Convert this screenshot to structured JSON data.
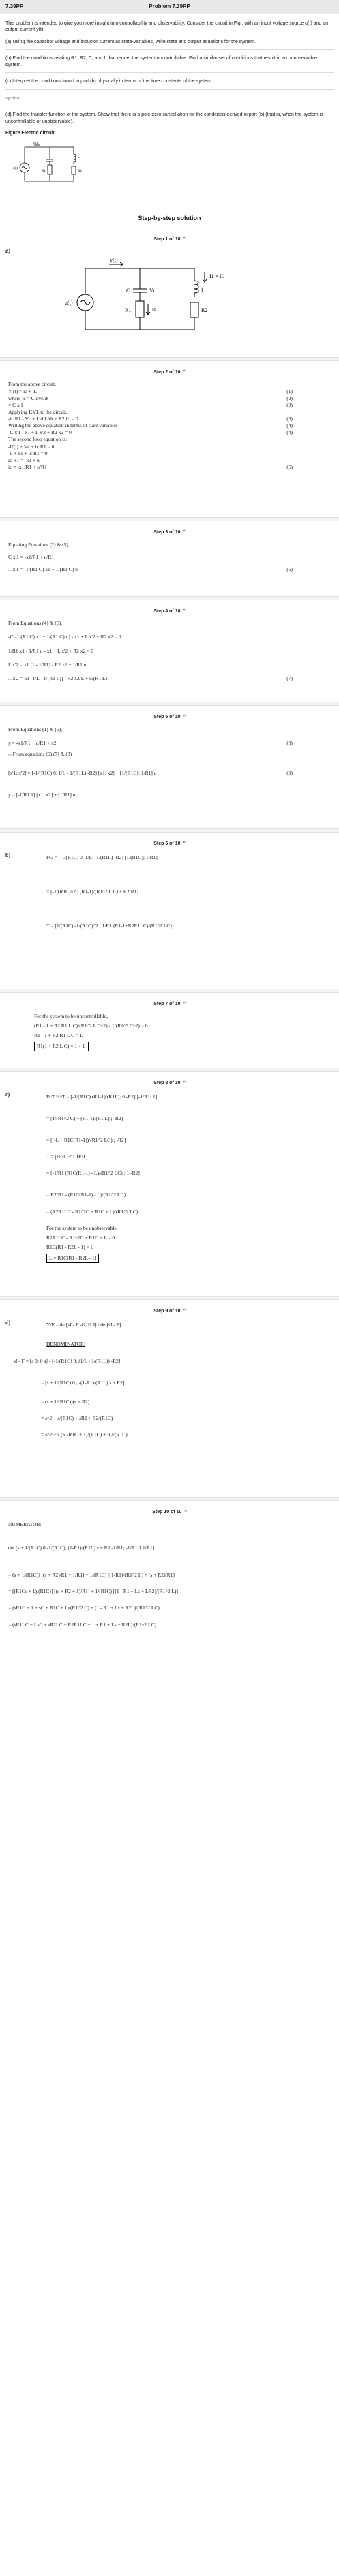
{
  "header": {
    "left": "7.39PP",
    "center": "Problem 7.39PP"
  },
  "problem": {
    "intro": "This problem is intended to give you more insight into controllability and observability. Consider the circuit in Fig., with an input voltage source u(t) and an output current y(t).",
    "parts": [
      "(a) Using the capacitor voltage and inductor current as state-variables, write state and output equations for the system.",
      "(b) Find the conditions relating R1, R2, C, and L that render the system uncontrollable. Find a similar set of conditions that result in an unobservable system.",
      "(c) Interpret the conditions found in part (b) physically in terms of the time constants of the system.",
      "(d) Find the transfer function of the system. Show that there is a pole-zero cancellation for the conditions derived in part (b) (that is, when the system is uncontrollable or unobservable)."
    ],
    "faded_line": "system.",
    "figure_caption": "Figure Electric circuit",
    "figure_labels": {
      "y": "y(t)",
      "u": "u(t)",
      "c": "C",
      "l": "L",
      "r1": "R1",
      "r2": "R2"
    }
  },
  "solution_title": "Step-by-step solution",
  "steps": [
    {
      "label": "Step 1 of 10",
      "arrow": "^",
      "part": "a)",
      "circuit": {
        "y": "y(t)",
        "u": "u(t)",
        "c": "C",
        "vc": "Vc",
        "l": "L",
        "il": "iL",
        "ic": "ic",
        "r1": "R1",
        "r2": "R2",
        "i1": "I1 = iL"
      }
    },
    {
      "label": "Step 2 of 10",
      "arrow": "^",
      "lines": [
        {
          "t": "From the above circuit,",
          "n": ""
        },
        {
          "t": "Y (t) = ic + iL",
          "n": "(1)"
        },
        {
          "t": "where ic = C dvc/dt",
          "n": "(2)"
        },
        {
          "t": "= C x'1",
          "n": "(3)"
        },
        {
          "t": "Applying KVL to the circuit,",
          "n": ""
        },
        {
          "t": "-ic R1 - Vc + L diL/dt + R2 iL = 0",
          "n": "(3)"
        },
        {
          "t": "Writing the above equation in terms of state variables",
          "n": "(4)"
        },
        {
          "t": "-C x'1 - x1 + L x'2 + R2 x2 = 0",
          "n": "(4)"
        },
        {
          "t": "The second loop equation is:",
          "n": ""
        },
        {
          "t": "-U(t) + Vc + ic R1 = 0",
          "n": ""
        },
        {
          "t": "-u + x1 + ic R1 = 0",
          "n": ""
        },
        {
          "t": "ic R1 = -x1 + u",
          "n": ""
        },
        {
          "t": "ic = -x1/R1 + u/R1",
          "n": "(5)"
        }
      ]
    },
    {
      "label": "Step 3 of 10",
      "arrow": "^",
      "lines": [
        {
          "t": "Equating Equations (2) & (5),",
          "n": ""
        },
        {
          "t": "C x'1 = -x1/R1 + u/R1",
          "n": ""
        },
        {
          "t": "∴ x'1 = -1/(R1 C) x1 + 1/(R1 C) u",
          "n": "(6)"
        }
      ]
    },
    {
      "label": "Step 4 of 10",
      "arrow": "^",
      "lines": [
        {
          "t": "From Equations (4) & (6),",
          "n": ""
        },
        {
          "t": "-C[-1/(R1 C) x1 + 1/(R1 C) u] - x1 + L x'2 + R2 x2 = 0",
          "n": ""
        },
        {
          "t": "1/R1 x1 - 1/R1 u - x1 + L x'2 + R2 x2 = 0",
          "n": ""
        },
        {
          "t": "L x'2 = x1 [1 - 1/R1] - R2 x2 + 1/R1 u",
          "n": ""
        },
        {
          "t": "∴ x'2 = x1 [1/L - 1/(R1 L)] - R2 x2/L + u/(R1 L)",
          "n": "(7)"
        }
      ]
    },
    {
      "label": "Step 5 of 10",
      "arrow": "^",
      "lines": [
        {
          "t": "From Equations (1) & (5),",
          "n": ""
        },
        {
          "t": "y = -x1/R1 + u/R1 + x2",
          "n": "(8)"
        },
        {
          "t": "∴ From equations (6),(7) & (8)",
          "n": ""
        },
        {
          "t": "[x'1; x'2] = [-1/(R1C) 0; 1/L - 1/(R1L)  -R2] [x1; x2] + [1/(R1C); 1/R1] u",
          "n": "(9)"
        },
        {
          "t": "y = [-1/R1  1] [x1; x2] + [1/R1] u",
          "n": ""
        }
      ]
    },
    {
      "label": "Step 6 of 10",
      "arrow": "^",
      "part": "b)",
      "lines": [
        {
          "t": "FG = [-1/(R1C) 0; 1/L - 1/(R1L)  -R2] [1/(R1C); 1/R1]",
          "n": ""
        },
        {
          "t": "= [-1/(R1C)^2 ; (R1-1)/(R1^2 L C) + R2/R1]",
          "n": ""
        },
        {
          "t": "T = [1/(R1C)  -1/(R1C)^2 ; 1/R1  (R1-1+R2R1LC)/(R1^2 LC)]",
          "n": ""
        }
      ]
    },
    {
      "label": "Step 7 of 10",
      "arrow": "^",
      "lines": [
        {
          "t": "For the system to be uncontrollable,",
          "n": ""
        },
        {
          "t": "(R1 - 1 + R2 R1 L C)/(R1^2 L C^2) - 1/(R1^3 C^2) = 0",
          "n": ""
        },
        {
          "t": "R1 - 1 + R2 R1 L C = L",
          "n": ""
        },
        {
          "t": "R1(1 + R2 L C) = 1 + L",
          "n": ""
        }
      ]
    },
    {
      "label": "Step 8 of 10",
      "arrow": "^",
      "part": "c)",
      "lines": [
        {
          "t": "F^T H^T = [-1/(R1C)  (R1-1)/(R1L); 0  -R2] [-1/R1; 1]",
          "n": ""
        },
        {
          "t": "= [1/(R1^2 C) + (R1-1)/(R1 L) ; -R2]",
          "n": ""
        },
        {
          "t": "= [(-L + R1C(R1-1))/(R1^2 LC) ; -R2]",
          "n": ""
        },
        {
          "t": "T = [H^T  F^T H^T]",
          "n": ""
        },
        {
          "t": "= [-1/R1  (R1C(R1-1) - L)/(R1^2 LC) ; 1  -R2]",
          "n": ""
        },
        {
          "t": "= R2/R1 - (R1C(R1-1) - L)/(R1^2 LC)",
          "n": ""
        },
        {
          "t": "= (R2R1LC - R1^2C + R1C + L)/(R1^2 LC)",
          "n": ""
        },
        {
          "t": "For the system to be unobservable,",
          "n": ""
        },
        {
          "t": "R2R1LC - R1^2C + R1C + L = 0",
          "n": ""
        },
        {
          "t": "R1C(R1 - R2L - 1) = L",
          "n": ""
        },
        {
          "t": "L = R1C[R1 - R2L - 1]",
          "n": ""
        }
      ]
    },
    {
      "label": "Step 9 of 10",
      "arrow": "^",
      "part": "d)",
      "lines": [
        {
          "t": "Y/F = det[sI - F  -G; H  J] / det[sI - F]",
          "n": ""
        },
        {
          "t": "DENOMINATOR:",
          "n": ""
        },
        {
          "t": "sI - F = [s 0; 0 s] - [-1/(R1C) 0; (1/L - 1/(R1L))  -R2]",
          "n": ""
        },
        {
          "t": "= [s + 1/(R1C)  0 ; -(1-R1)/(R1L)  s + R2]",
          "n": ""
        },
        {
          "t": "= (s + 1/(R1C))(s + R2)",
          "n": ""
        },
        {
          "t": "= s^2 + s/(R1C) + sR2 + R2/(R1C)",
          "n": ""
        },
        {
          "t": "= s^2 + s (R2R1C + 1)/(R1C) + R2/(R1C)",
          "n": ""
        }
      ]
    },
    {
      "label": "Step 10 of 10",
      "arrow": "^",
      "lines": [
        {
          "t": "NUMERATOR:",
          "n": ""
        },
        {
          "t": "det [s + 1/(R1C)  0  -1/(R1C); (1-R1)/(R1L)  s + R2  -1/R1; -1/R1  1  1/R1]",
          "n": ""
        },
        {
          "t": "= (s + 1/(R1C)) [(s + R2)/R1 + 1/R1] + 1/(R1C) [(1-R1)/(R1^2 L) + (s + R2)/R1]",
          "n": ""
        },
        {
          "t": "= [(R1Cs + 1)/(R1C)] [(s + R2 + 1)/R1] + 1/(R1C) [(1 - R1 + Ls + LR2)/(R1^2 L)]",
          "n": ""
        },
        {
          "t": "= (sR1C + 1 + sC + R1C + 1)/(R1^2 C) + (1 - R1 + Ls + R2L)/(R1^2 LC)",
          "n": ""
        },
        {
          "t": "= (sR1LC + LsC + sR2LC + R2R1LC + 1 + R1 + Ls + R2L)/(R1^2 LC)",
          "n": ""
        }
      ]
    }
  ]
}
